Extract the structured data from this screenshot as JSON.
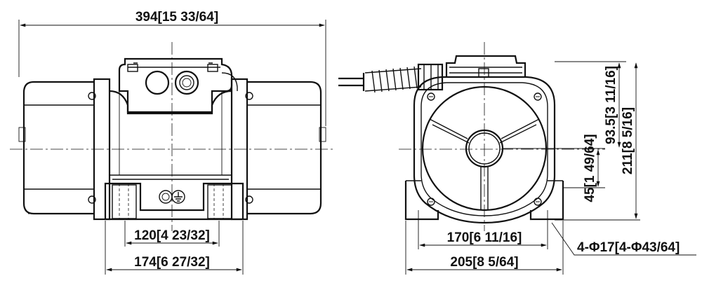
{
  "dimensions": {
    "overall_width": "394[15 33/64]",
    "front_hole_spacing": "120[4 23/32]",
    "front_base_width": "174[6 27/32]",
    "side_hole_spacing": "170[6 11/16]",
    "side_base_width": "205[8 5/64]",
    "shaft_height": "45[1 49/64]",
    "body_half_height": "93.5[3 11/16]",
    "total_height": "211[8 5/16]",
    "mounting_holes": "4-Φ17[4-Φ43/64]"
  }
}
